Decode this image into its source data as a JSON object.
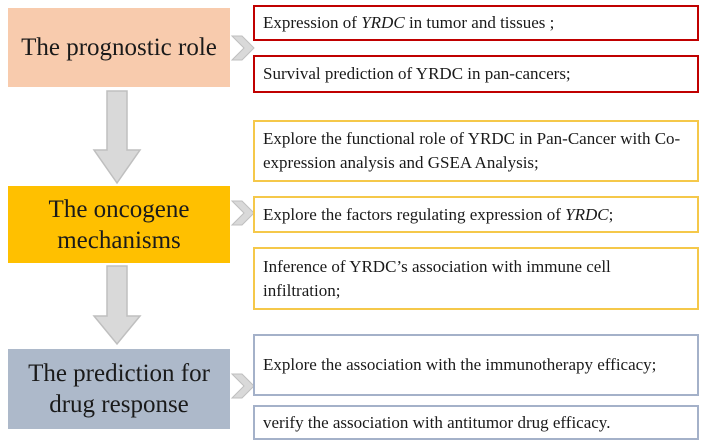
{
  "colors": {
    "stage1_fill": "#f8cbad",
    "stage2_fill": "#ffc000",
    "stage3_fill": "#adb9ca",
    "red_border": "#c00000",
    "gold_border": "#f5c84a",
    "blue_border": "#a4b1c9",
    "arrow_fill": "#d9d9d9",
    "arrow_stroke": "#bfbfbf"
  },
  "stages": [
    {
      "label": "The prognostic role"
    },
    {
      "label": "The oncogene mechanisms"
    },
    {
      "label": "The prediction for drug response"
    }
  ],
  "items": [
    {
      "prefix": "Expression of ",
      "italic": "YRDC",
      "suffix": " in tumor and tissues ;"
    },
    {
      "text": "Survival prediction of YRDC in pan-cancers;"
    },
    {
      "text": "Explore the functional role of YRDC in Pan-Cancer with Co-expression analysis and GSEA Analysis;"
    },
    {
      "prefix": "Explore the factors regulating  expression of ",
      "italic": "YRDC",
      "suffix": ";"
    },
    {
      "text": "Inference of YRDC’s association with immune cell infiltration;"
    },
    {
      "text": "Explore the association with the immunotherapy efficacy;"
    },
    {
      "text": "verify the association with antitumor drug efficacy."
    }
  ]
}
